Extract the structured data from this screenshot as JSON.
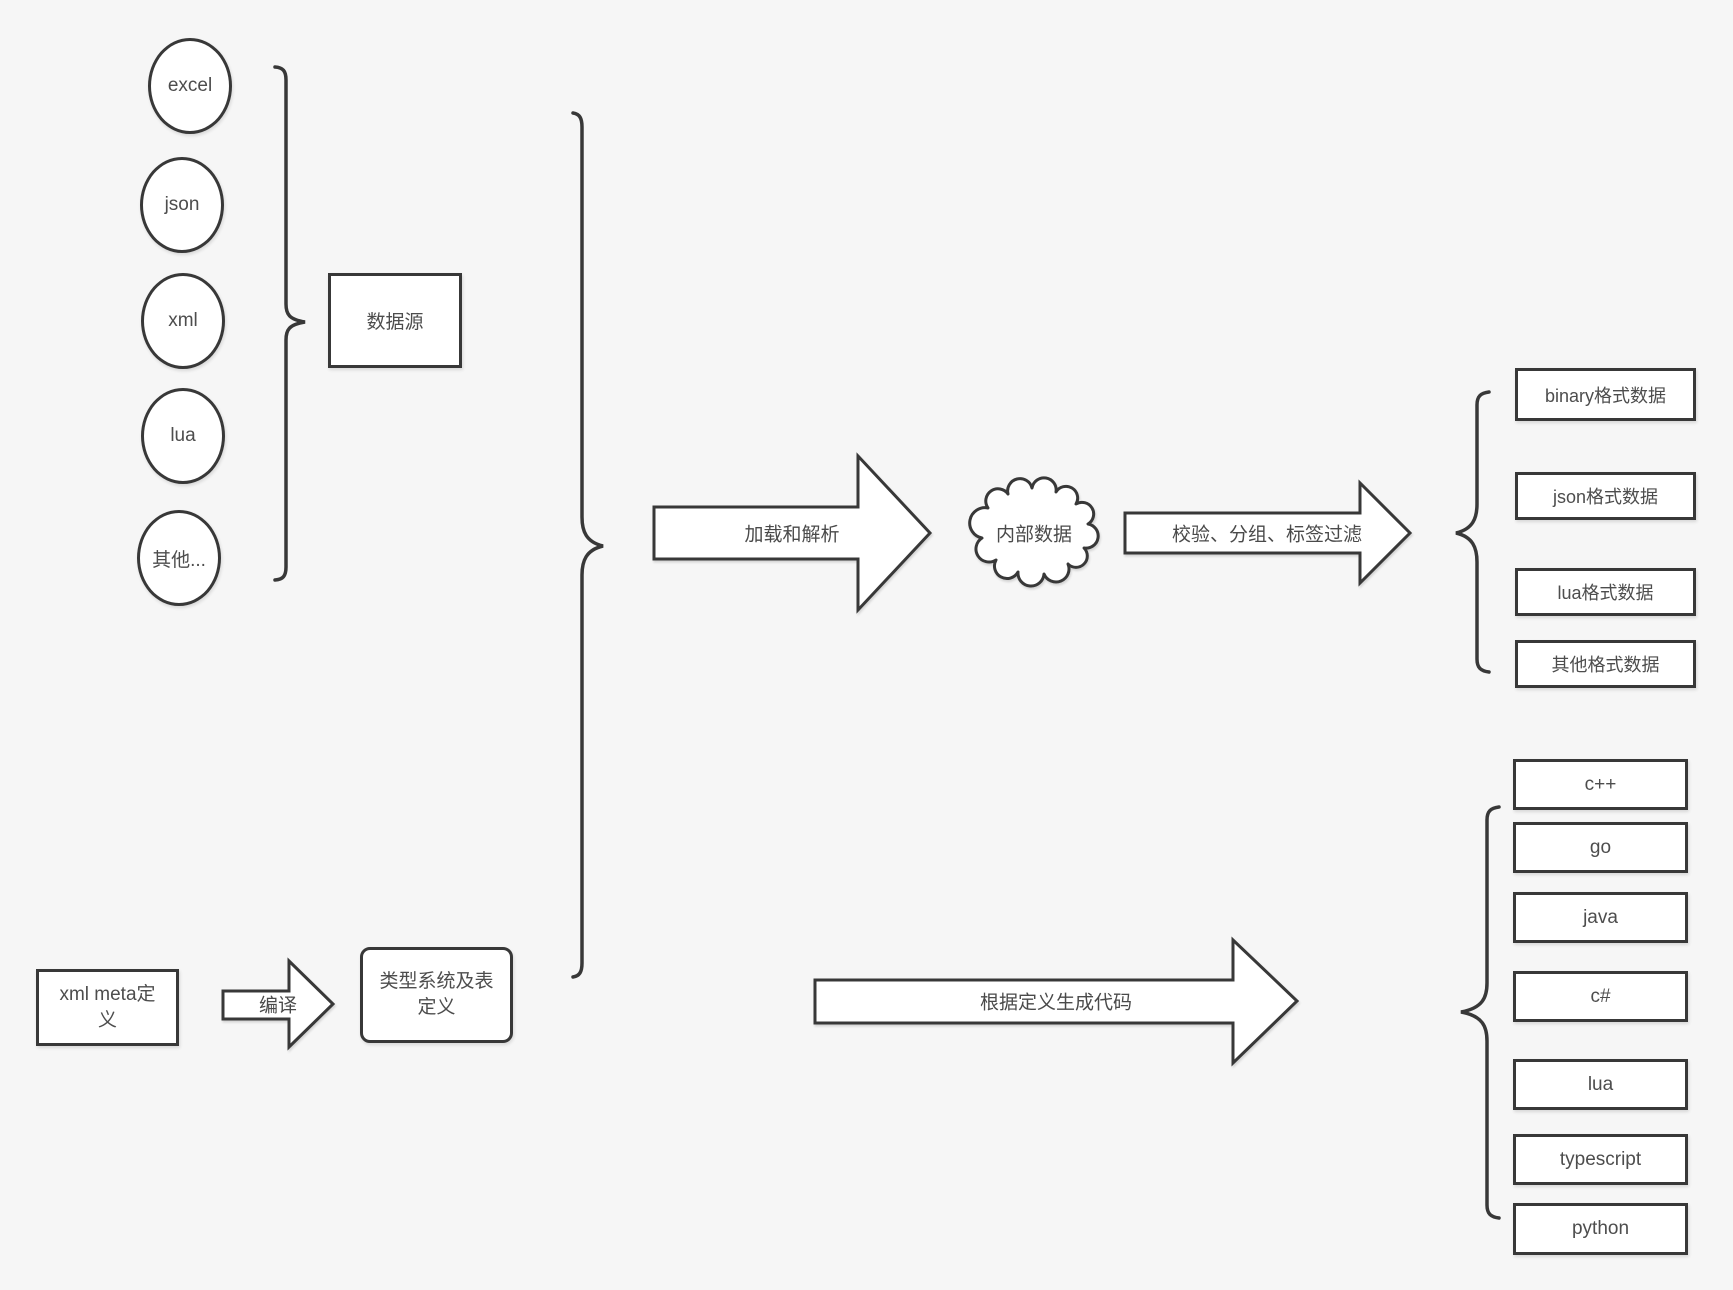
{
  "canvas": {
    "background_color": "#f6f6f6",
    "stroke_color": "#383838",
    "node_fill_color": "#ffffff",
    "text_color": "#4a4a4a"
  },
  "sources": {
    "group_label": "数据源",
    "items": [
      {
        "label": "excel"
      },
      {
        "label": "json"
      },
      {
        "label": "xml"
      },
      {
        "label": "lua"
      },
      {
        "label": "其他..."
      }
    ]
  },
  "pipeline": {
    "load_arrow_label": "加载和解析",
    "cloud_label": "内部数据",
    "filter_arrow_label": "校验、分组、标签过滤",
    "compile_arrow_label": "编译",
    "generate_arrow_label": "根据定义生成代码"
  },
  "definitions": {
    "xml_meta_label": "xml meta定义",
    "type_system_label": "类型系统及表定义"
  },
  "data_outputs": {
    "items": [
      {
        "label": "binary格式数据"
      },
      {
        "label": "json格式数据"
      },
      {
        "label": "lua格式数据"
      },
      {
        "label": "其他格式数据"
      }
    ]
  },
  "code_outputs": {
    "items": [
      {
        "label": "c++"
      },
      {
        "label": "go"
      },
      {
        "label": "java"
      },
      {
        "label": "c#"
      },
      {
        "label": "lua"
      },
      {
        "label": "typescript"
      },
      {
        "label": "python"
      }
    ]
  }
}
